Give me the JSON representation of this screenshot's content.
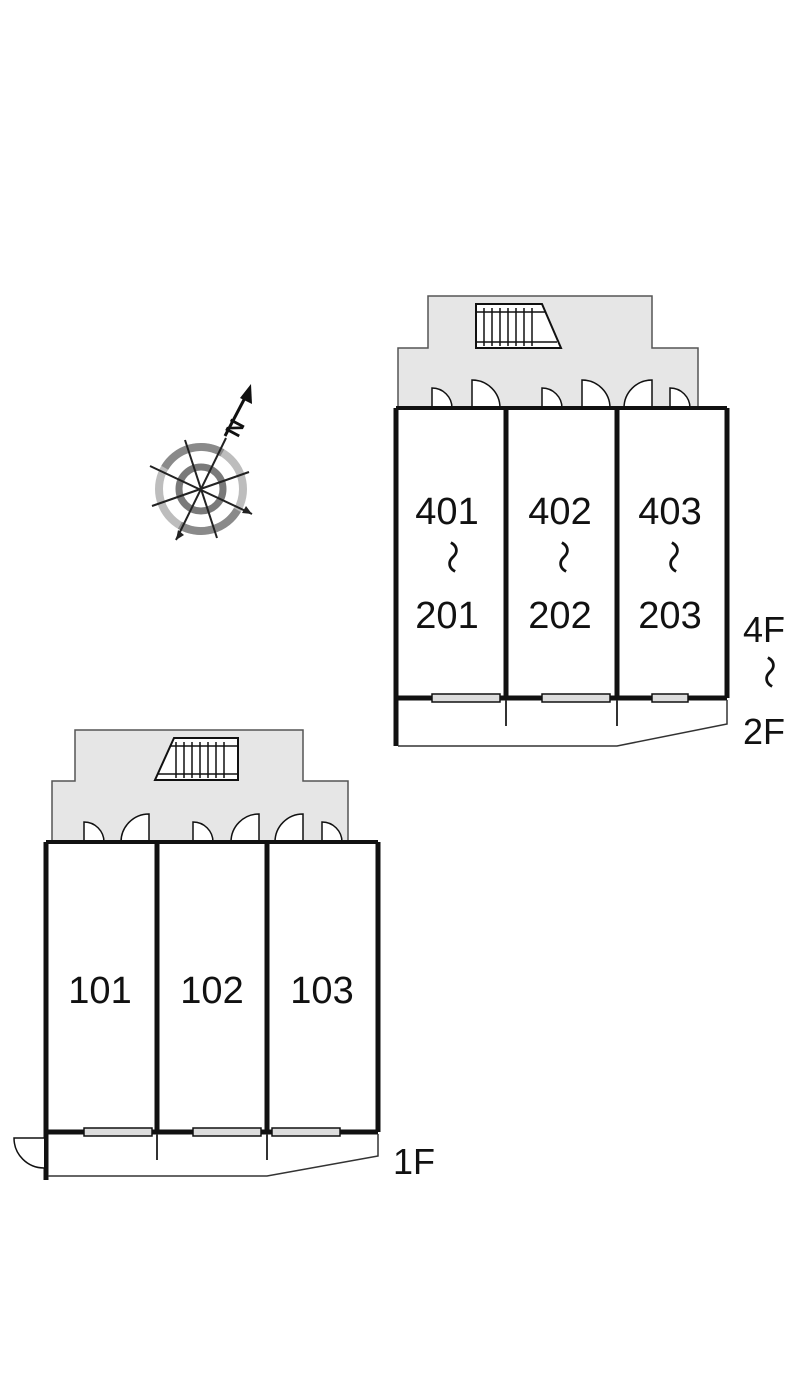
{
  "upper_block": {
    "units": [
      {
        "top": "401",
        "range": "〜",
        "bottom": "201"
      },
      {
        "top": "402",
        "range": "〜",
        "bottom": "202"
      },
      {
        "top": "403",
        "range": "〜",
        "bottom": "203"
      }
    ],
    "floor_top": "4F",
    "floor_range": "〜",
    "floor_bottom": "2F"
  },
  "lower_block": {
    "units": [
      {
        "label": "101"
      },
      {
        "label": "102"
      },
      {
        "label": "103"
      }
    ],
    "floor": "1F"
  },
  "compass": {
    "north_letter": "N",
    "icon": "compass-icon"
  },
  "colors": {
    "wall": "#111111",
    "corridor_fill": "#e6e6e6",
    "compass_ring": "#8a8a8a",
    "background": "#ffffff"
  }
}
